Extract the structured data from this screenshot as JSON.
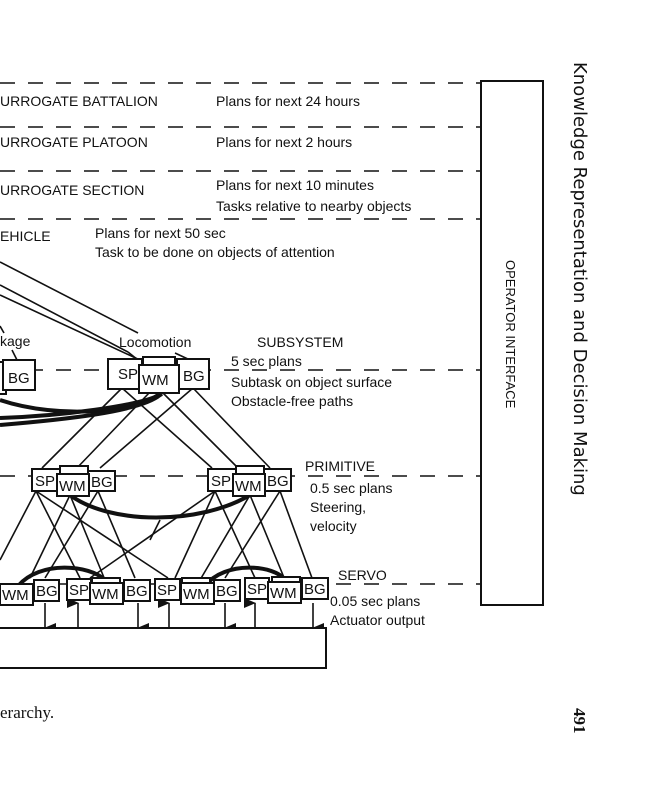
{
  "running_header": "Knowledge Representation and Decision Making",
  "page_number": "491",
  "caption_fragment": "erarchy.",
  "operator_interface": "OPERATOR INTERFACE",
  "levels": {
    "battalion": {
      "name": "URROGATE BATTALION",
      "notes": [
        "Plans for next 24 hours"
      ]
    },
    "platoon": {
      "name": "URROGATE PLATOON",
      "notes": [
        "Plans for next 2 hours"
      ]
    },
    "section": {
      "name": "URROGATE  SECTION",
      "notes": [
        "Plans for next 10 minutes",
        "Tasks relative to nearby objects"
      ]
    },
    "vehicle": {
      "name": "EHICLE",
      "notes": [
        "Plans for next 50 sec",
        "Task to be done on objects of attention"
      ]
    },
    "subsystem": {
      "name": "SUBSYSTEM",
      "notes": [
        "5 sec plans",
        "Subtask on object surface",
        "Obstacle-free paths"
      ]
    },
    "primitive": {
      "name": "PRIMITIVE",
      "notes": [
        "0.5 sec plans",
        "Steering,",
        "velocity"
      ]
    },
    "servo": {
      "name": "SERVO",
      "notes": [
        "0.05 sec plans",
        "Actuator output"
      ]
    }
  },
  "subsystem_modules": {
    "linkage": "kage",
    "locomotion": "Locomotion"
  },
  "module_labels": {
    "sp": "SP",
    "wm": "WM",
    "bg": "BG"
  }
}
